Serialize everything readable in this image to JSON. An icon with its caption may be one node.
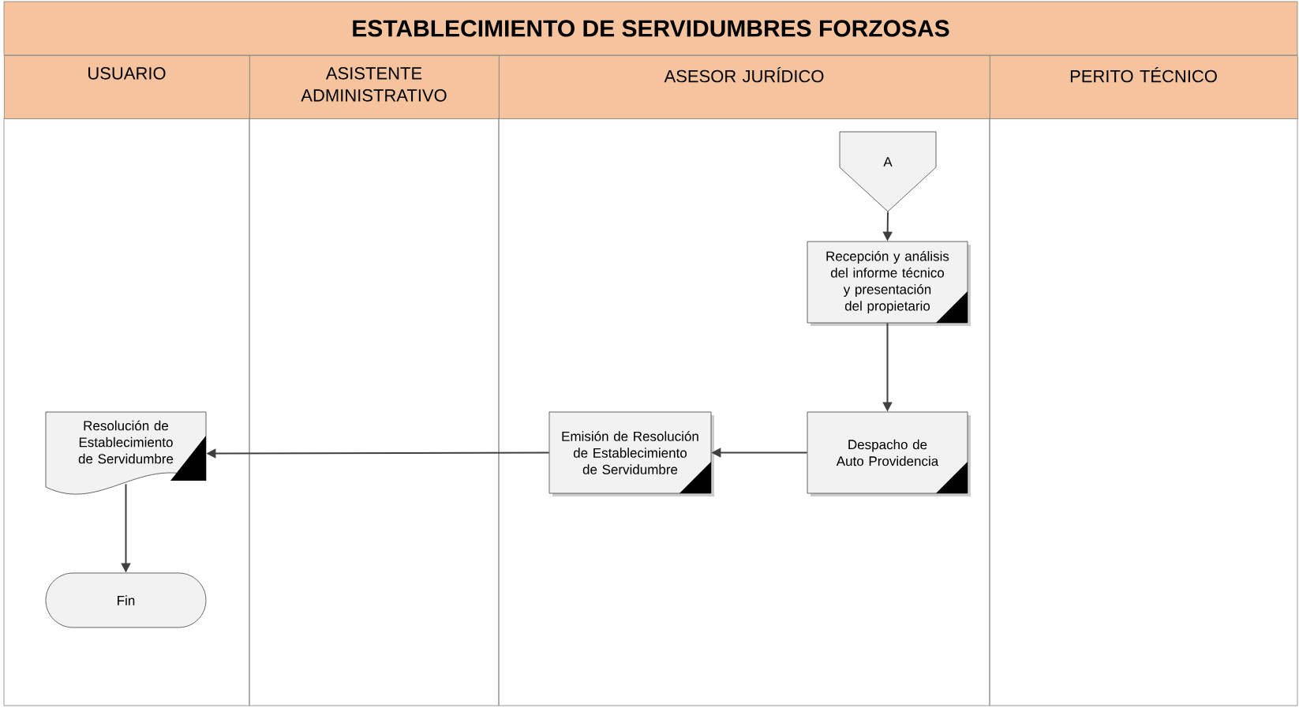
{
  "diagram": {
    "title": "ESTABLECIMIENTO DE SERVIDUMBRES FORZOSAS",
    "nodes": [
      {
        "text": [
          "USUARIO"
        ]
      },
      {
        "text": [
          "ASISTENTE ADMINISTRATIVO"
        ]
      },
      {
        "text": [
          "ASESOR JURÍDICO"
        ]
      },
      {
        "text": [
          "PERITO TÉCNICO"
        ]
      },
      {
        "text": [
          "A"
        ]
      },
      {
        "text": [
          "Recepción y análisis del informe técnico y presentación del propietario"
        ]
      },
      {
        "text": [
          "Despacho de Auto Providencia"
        ]
      },
      {
        "text": [
          "Emisión de Resolución de Establecimiento de Servidumbre"
        ]
      },
      {
        "text": [
          "Resolución de Establecimiento de Servidumbre"
        ]
      },
      {
        "text": [
          "Fin"
        ]
      }
    ],
    "edges": [
      {
        "from": 4,
        "to": 5,
        "arrow": "to"
      },
      {
        "from": 5,
        "to": 6,
        "arrow": "to"
      },
      {
        "from": 6,
        "to": 7,
        "arrow": "to"
      },
      {
        "from": 7,
        "to": 8,
        "arrow": "to"
      },
      {
        "from": 8,
        "to": 9,
        "arrow": "to"
      }
    ]
  }
}
